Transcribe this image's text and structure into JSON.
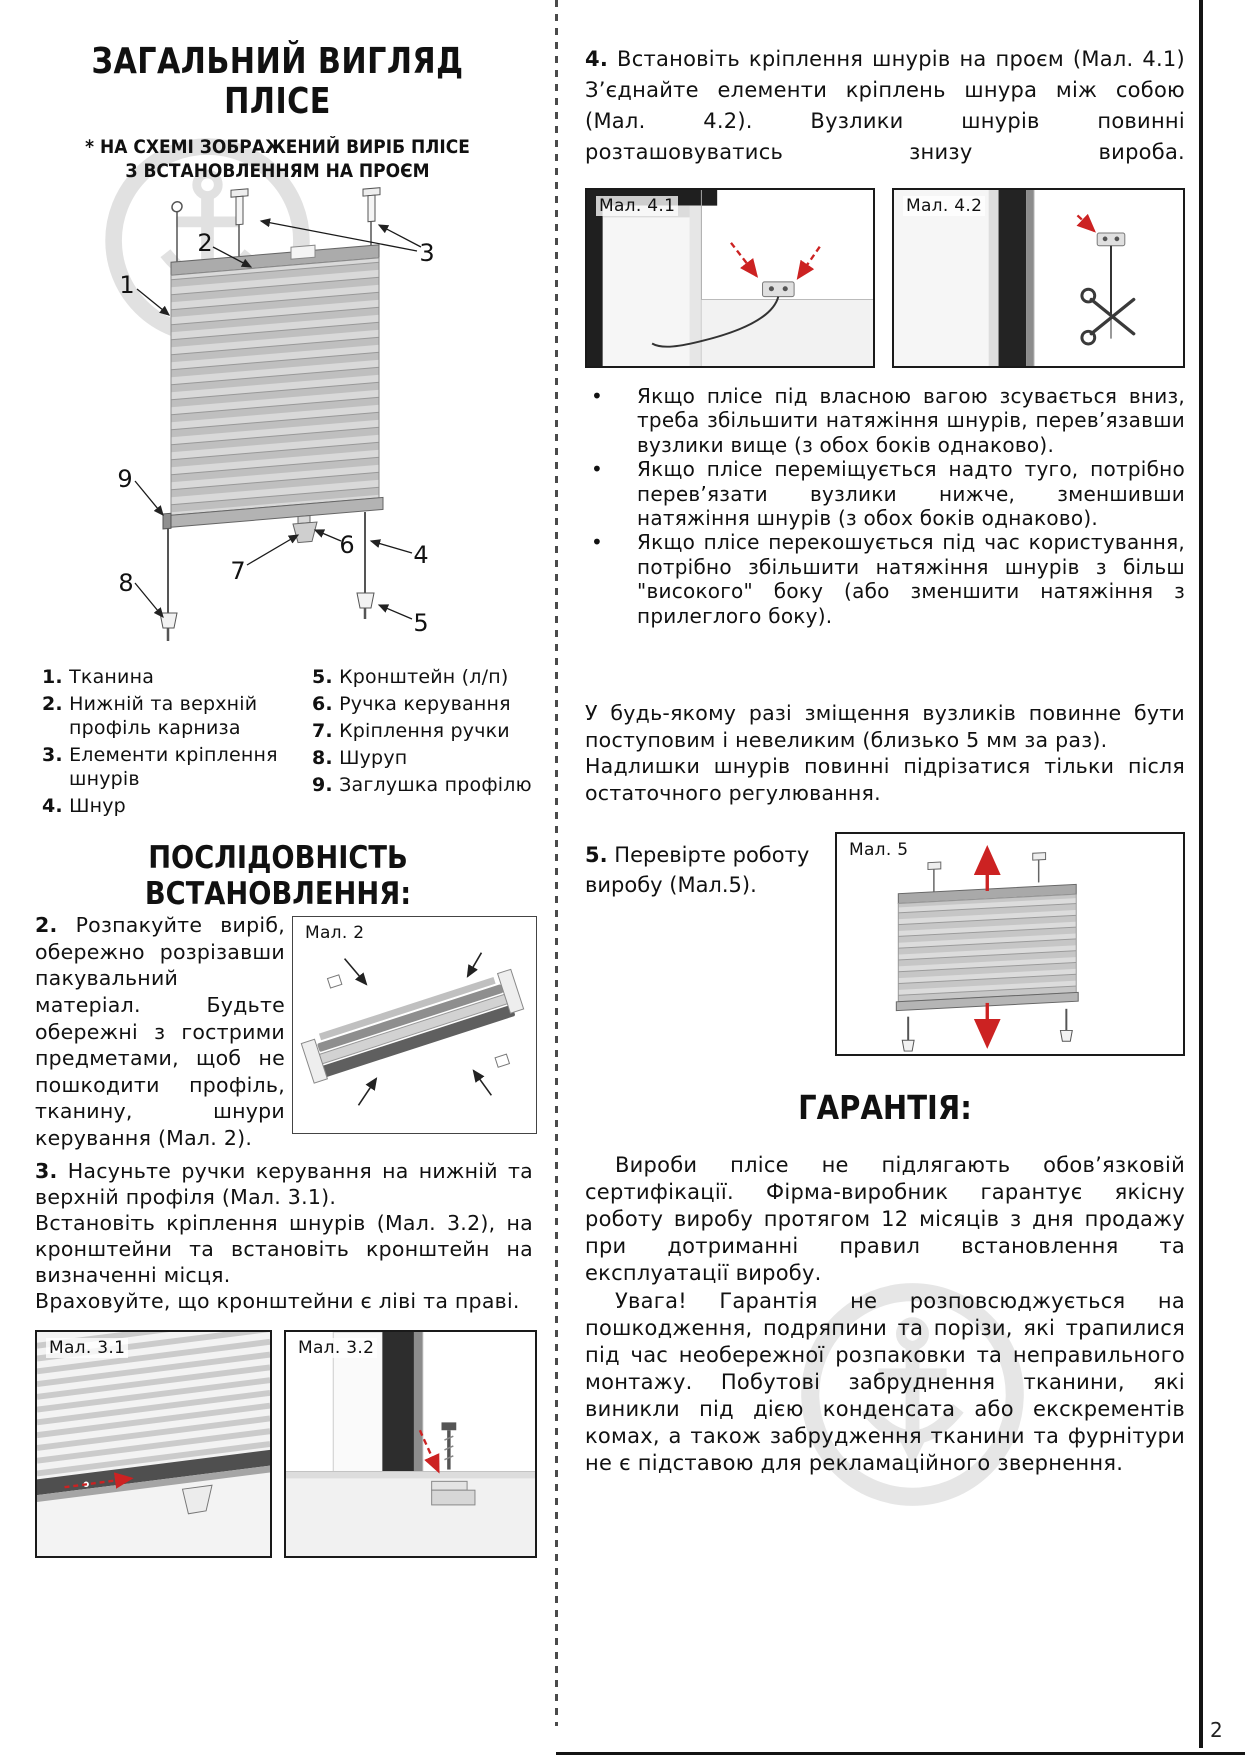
{
  "page": {
    "number": "2"
  },
  "overview": {
    "title_line1": "ЗАГАЛЬНИЙ ВИГЛЯД",
    "title_line2": "ПЛІСЕ",
    "subtitle_line1": "* НА СХЕМІ ЗОБРАЖЕНИЙ ВИРІБ ПЛІСЕ",
    "subtitle_line2": "З ВСТАНОВЛЕННЯМ НА ПРОЄМ",
    "callouts": [
      "1",
      "2",
      "3",
      "4",
      "5",
      "6",
      "7",
      "8",
      "9"
    ],
    "legend_left": [
      {
        "num": "1.",
        "text": "Тканина"
      },
      {
        "num": "2.",
        "text": "Нижній та верхній профіль карниза"
      },
      {
        "num": "3.",
        "text": "Елементи кріплення шнурів"
      },
      {
        "num": "4.",
        "text": "Шнур"
      }
    ],
    "legend_right": [
      {
        "num": "5.",
        "text": "Кронштейн (л/п)"
      },
      {
        "num": "6.",
        "text": "Ручка керування"
      },
      {
        "num": "7.",
        "text": "Кріплення ручки"
      },
      {
        "num": "8.",
        "text": "Шуруп"
      },
      {
        "num": "9.",
        "text": "Заглушка профілю"
      }
    ]
  },
  "sequence": {
    "heading": "ПОСЛІДОВНІСТЬ ВСТАНОВЛЕННЯ:",
    "step2": {
      "num": "2.",
      "text": "Розпакуйте виріб, обережно розрізавши пакувальний матеріал. Будьте обережні з гострими предметами, щоб не пошкодити профіль, тканину, шнури керування (Мал. 2)."
    },
    "fig2_label": "Мал. 2",
    "step3": {
      "num": "3.",
      "p1": "Насуньте ручки керування на нижній та верхній профіля (Мал. 3.1).",
      "p2": "Встановіть кріплення шнурів (Мал. 3.2), на кронштейни та встановіть кронштейн на визначенні місця.",
      "p3": "Враховуйте, що кронштейни є ліві та праві."
    },
    "fig31_label": "Мал. 3.1",
    "fig32_label": "Мал. 3.2"
  },
  "adjust": {
    "step4": {
      "num": "4.",
      "text": "Встановіть кріплення шнурів на проєм (Мал. 4.1) З’єднайте елементи кріплень шнура між собою (Мал. 4.2). Вузлики шнурів повинні розташовуватись знизу вироба."
    },
    "fig41_label": "Мал. 4.1",
    "fig42_label": "Мал. 4.2",
    "bullet_char": "•",
    "bullets": [
      "Якщо плісе під власною вагою зсувається вниз, треба збільшити натяжіння шнурів, перев’язавши вузлики вище (з обох боків однаково).",
      "Якщо плісе переміщується надто туго, потрібно перев’язати вузлики нижче, зменшивши натяжіння шнурів (з обох боків однаково).",
      "Якщо плісе перекошується під час користування, потрібно збільшити натяжіння шнурів з більш \"високого\" боку (або зменшити натяжіння з прилеглого боку)."
    ],
    "note1": "У будь-якому разі зміщення вузликів повинне бути поступовим і невеликим (близько 5 мм за раз).",
    "note2": "Надлишки шнурів повинні підрізатися тільки після остаточного регулювання.",
    "step5": {
      "num": "5.",
      "text": "Перевірте роботу виробу (Мал.5)."
    },
    "fig5_label": "Мал. 5"
  },
  "warranty": {
    "heading": "ГАРАНТІЯ:",
    "p1": "Вироби плісе не підлягають обов’язковій сертифікації. Фірма-виробник гарантує якісну роботу виробу протягом 12 місяців з дня продажу при дотриманні правил встановлення та експлуатації виробу.",
    "p2": "Увага! Гарантія не розповсюджується на пошкодження, подряпини та порізи, які трапилися під час необережної розпаковки та неправильного монтажу. Побутові забруднення тканини, які виникли під дією конденсата або екскрементів комах, а також забрудження тканини та фурнітури не є підставою для рекламаційного звернення."
  }
}
